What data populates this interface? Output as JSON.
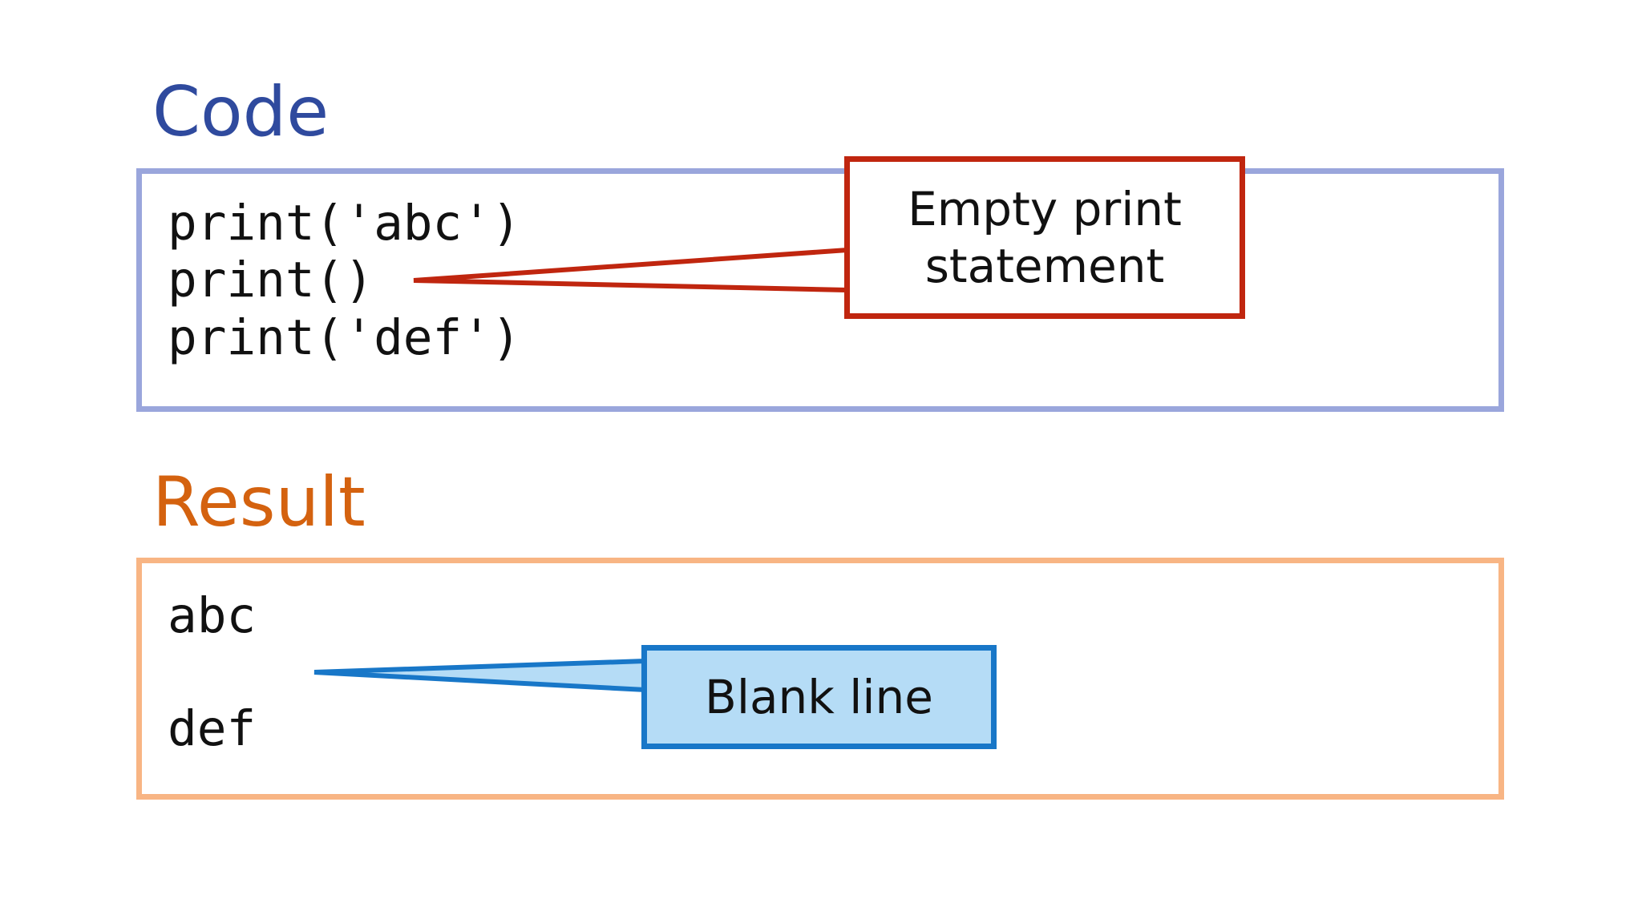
{
  "code_section": {
    "title": "Code",
    "lines": [
      "print('abc')",
      "print()",
      "print('def')"
    ]
  },
  "result_section": {
    "title": "Result",
    "lines": [
      "abc",
      "",
      "def"
    ]
  },
  "callouts": {
    "empty_print": {
      "line1": "Empty print",
      "line2": "statement"
    },
    "blank_line": {
      "text": "Blank line"
    }
  },
  "colors": {
    "code_title": "#2f4a9e",
    "code_border": "#9aa6dc",
    "result_title": "#d4620f",
    "result_border": "#f8b584",
    "callout_red": "#c0260f",
    "callout_blue": "#1877c8",
    "callout_blue_fill": "#b5dcf6"
  }
}
